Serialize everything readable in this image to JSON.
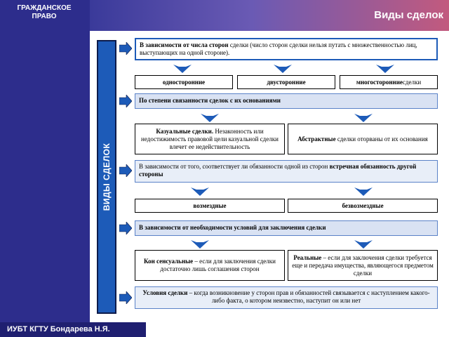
{
  "brand": {
    "line1": "ГРАЖДАНСКОЕ",
    "line2": "ПРАВО"
  },
  "header": {
    "title": "Виды сделок"
  },
  "footer": {
    "text": "ИУБТ КГТУ Бондарева Н.Я."
  },
  "vertical_label": "ВИДЫ СДЕЛОК",
  "colors": {
    "sidebar": "#2d2d8c",
    "accent": "#1d5bb8",
    "arrow": "#1d5bb8"
  },
  "sections": {
    "s1": {
      "bold": "В зависимости от числа сторон",
      "rest": " сделки (число сторон сделки нельзя путать с множественностью лиц, выступающих на одной стороне)."
    },
    "s1_items": [
      "односторонние",
      "двусторонние",
      "многосторонние"
    ],
    "s1_item3_suffix": " сделки",
    "s2": {
      "bold": "По степени связанности сделок с их основаниями"
    },
    "s2_items": {
      "left": {
        "bold": "Казуальные сделки.",
        "rest": " Незаконность или недостижимость правовой цели казуальной сделки влечет ее недействительность"
      },
      "right": {
        "bold": "Абстрактные",
        "rest": " сделки оторваны от их основания"
      }
    },
    "s3": {
      "plain": "В зависимости от того, соответствует ли обязанности одной из сторон ",
      "bold": "встречная обязанность другой стороны"
    },
    "s3_items": [
      "возмездные",
      "безвозмездные"
    ],
    "s4": {
      "bold": "В зависимости от необходимости условий для заключения сделки"
    },
    "s4_items": {
      "left": {
        "bold": "Кон сенсуальные",
        "rest": " – если для заключения сделки достаточно лишь соглашения сторон"
      },
      "right": {
        "bold": "Реальные",
        "rest": " – если для заключения сделки требуется еще и передача имущества, являющегося предметом сделки"
      }
    },
    "s5": {
      "bold": "Условия сделки",
      "rest": " – когда возникновение у сторон прав и обязанностей связывается с наступлением какого-либо факта, о котором неизвестно, наступит он или нет"
    }
  }
}
